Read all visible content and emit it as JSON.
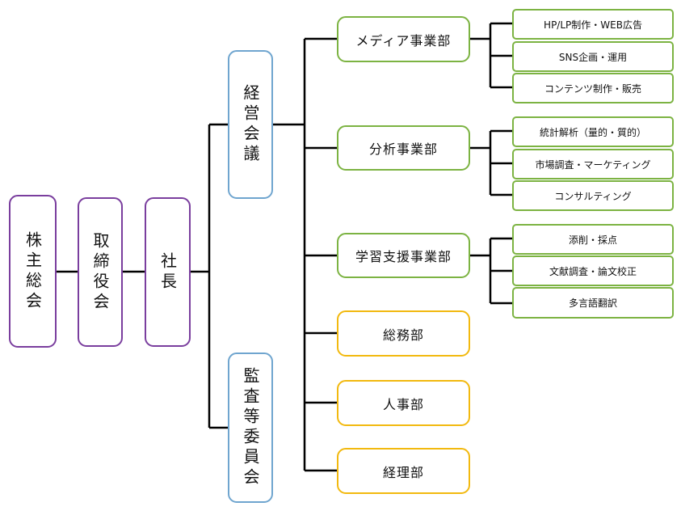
{
  "org": {
    "shareholders": "株主総会",
    "board": "取締役会",
    "president": "社長",
    "management_council": "経営会議",
    "audit_committee": "監査等委員会"
  },
  "colors": {
    "governance_border": "#7a3e9e",
    "council_border": "#6fa5cf",
    "business_border": "#7cb342",
    "admin_border": "#f2b90f",
    "line": "#000000"
  },
  "departments": [
    {
      "name": "メディア事業部",
      "sub": [
        "HP/LP制作・WEB広告",
        "SNS企画・運用",
        "コンテンツ制作・販売"
      ]
    },
    {
      "name": "分析事業部",
      "sub": [
        "統計解析（量的・質的）",
        "市場調査・マーケティング",
        "コンサルティング"
      ]
    },
    {
      "name": "学習支援事業部",
      "sub": [
        "添削・採点",
        "文献調査・論文校正",
        "多言語翻訳"
      ]
    },
    {
      "name": "総務部"
    },
    {
      "name": "人事部"
    },
    {
      "name": "経理部"
    }
  ]
}
